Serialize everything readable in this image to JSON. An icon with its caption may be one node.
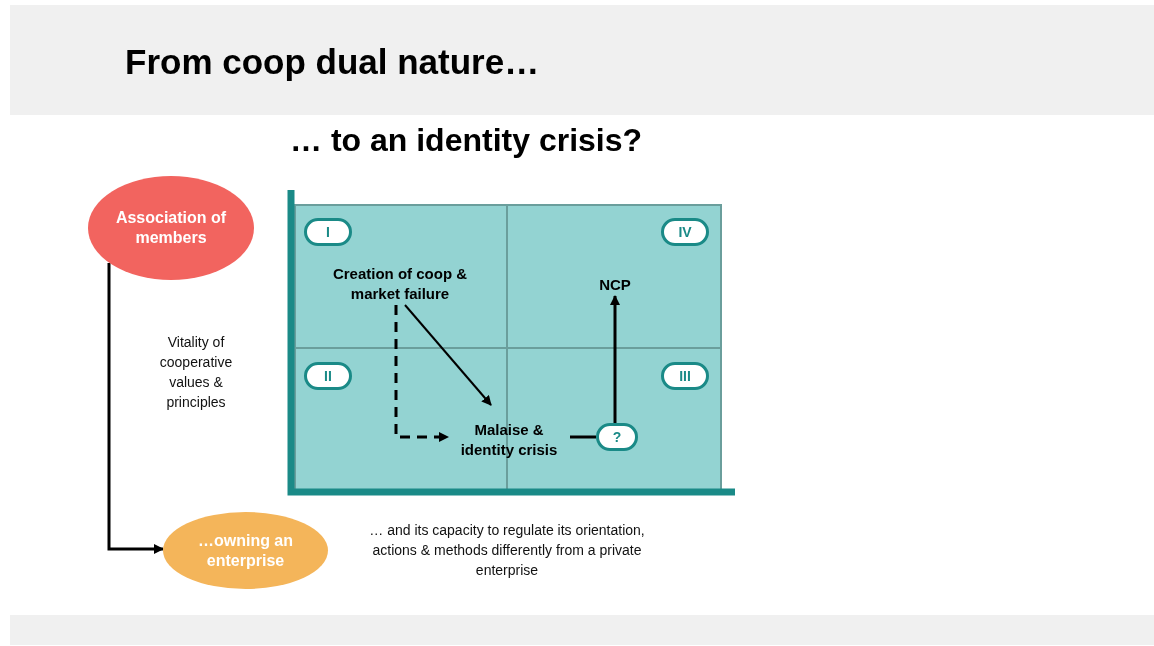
{
  "diagram": {
    "title": "From coop dual nature…",
    "nodes": [
      {
        "text": [
          "Association of members"
        ]
      },
      {
        "text": [
          "…owning an enterprise"
        ]
      },
      {
        "text": [
          "I"
        ]
      },
      {
        "text": [
          "IV"
        ]
      },
      {
        "text": [
          "II"
        ]
      },
      {
        "text": [
          "III"
        ]
      },
      {
        "text": [
          "Creation of coop & market failure"
        ]
      },
      {
        "text": [
          "Malaise & identity crisis"
        ]
      },
      {
        "text": [
          "?"
        ]
      },
      {
        "text": [
          "NCP"
        ]
      }
    ],
    "edges": [
      {
        "from": 0,
        "to": 1,
        "arrow": "to"
      },
      {
        "from": 6,
        "to": 7,
        "arrow": "to"
      },
      {
        "from": 6,
        "to": 7,
        "arrow": "to",
        "style": "dashed"
      },
      {
        "from": 7,
        "to": 8,
        "arrow": "none"
      },
      {
        "from": 8,
        "to": 9,
        "arrow": "to"
      }
    ],
    "labels": [
      "… to an identity crisis?",
      "Vitality of cooperative values & principles",
      "… and its capacity to regulate its orientation, actions & methods differently from a private enterprise"
    ]
  }
}
